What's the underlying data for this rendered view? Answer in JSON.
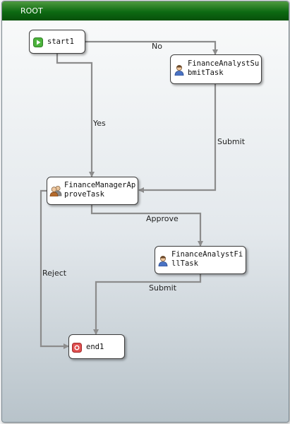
{
  "title": "ROOT",
  "nodes": {
    "start1": "start1",
    "submit_task": "FinanceAnalystSubmitTask",
    "approve_task": "FinanceManagerApproveTask",
    "fill_task": "FinanceAnalystFillTask",
    "end1": "end1"
  },
  "edges": {
    "no": "No",
    "yes": "Yes",
    "submit_1": "Submit",
    "approve": "Approve",
    "reject": "Reject",
    "submit_2": "Submit"
  },
  "icons": {
    "start": "play-icon",
    "analyst": "user-icon",
    "manager": "users-icon",
    "end": "stop-icon"
  },
  "colors": {
    "titlebar": "#0d6a12",
    "connector": "#8c8c8c",
    "start_icon": "#4cb33c",
    "end_icon": "#e05050"
  }
}
